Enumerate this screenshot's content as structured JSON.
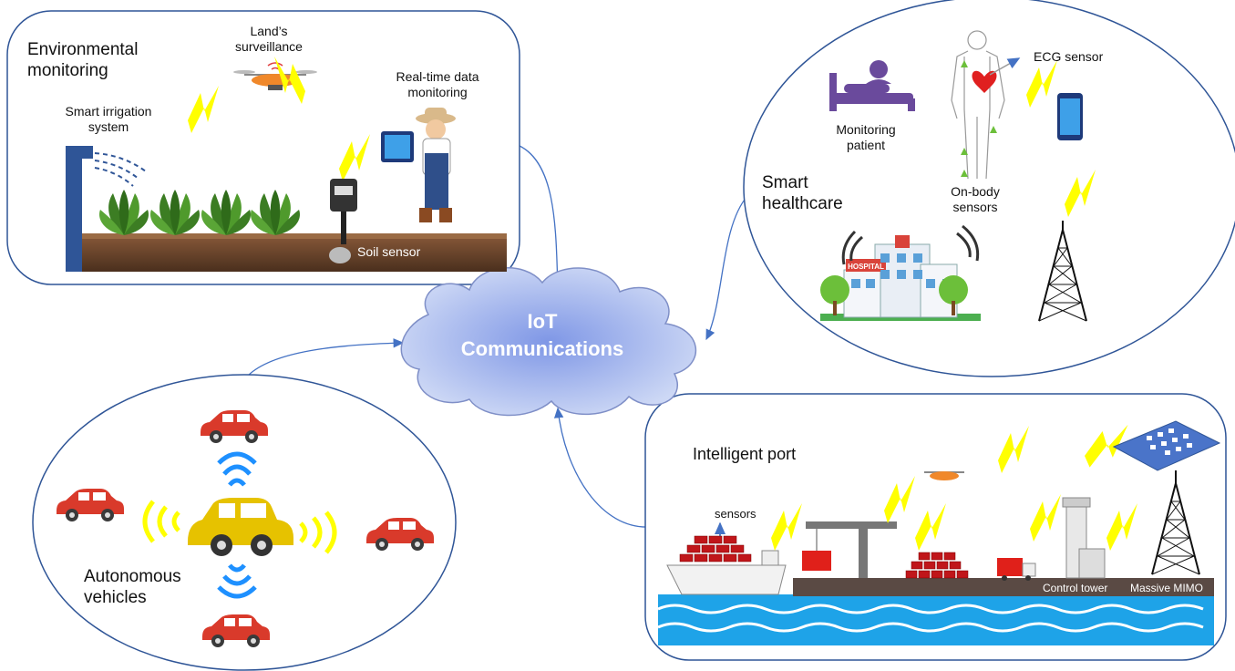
{
  "cloud": {
    "line1": "IoT",
    "line2": "Communications"
  },
  "env": {
    "title_line1": "Environmental",
    "title_line2": "monitoring",
    "surveillance_line1": "Land’s",
    "surveillance_line2": "surveillance",
    "irrigation_line1": "Smart irrigation",
    "irrigation_line2": "system",
    "realtime_line1": "Real-time data",
    "realtime_line2": "monitoring",
    "soil": "Soil sensor"
  },
  "health": {
    "title_line1": "Smart",
    "title_line2": "healthcare",
    "patient_line1": "Monitoring",
    "patient_line2": "patient",
    "ecg": "ECG sensor",
    "onbody_line1": "On-body",
    "onbody_line2": "sensors",
    "hospital_sign": "HOSPITAL"
  },
  "vehicles": {
    "title_line1": "Autonomous",
    "title_line2": "vehicles"
  },
  "port": {
    "title": "Intelligent port",
    "sensors": "sensors",
    "control_tower": "Control tower",
    "mimo": "Massive MIMO"
  },
  "colors": {
    "frame": "#2f5597",
    "cloud_fill": "#b4c3ef",
    "bolt": "#ffff00",
    "car_red": "#d93a2b",
    "car_yellow": "#e6c200",
    "wave_blue": "#1e90ff",
    "soil": "#6b4a2f",
    "container_red": "#e0201a"
  }
}
